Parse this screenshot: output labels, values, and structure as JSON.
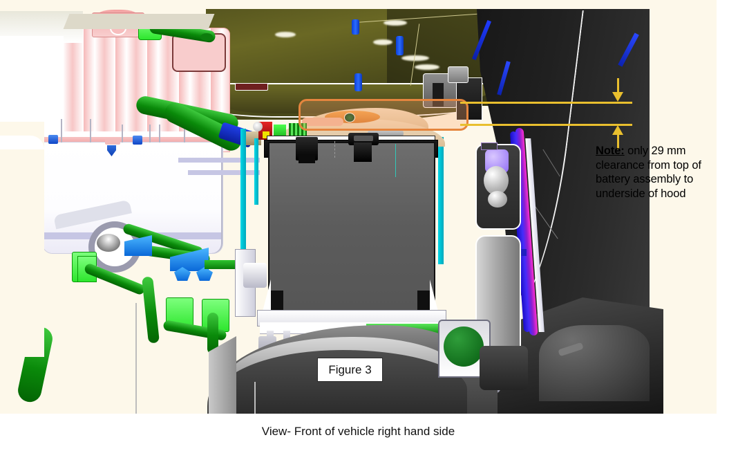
{
  "figure": {
    "label": "Figure 3",
    "caption": "View- Front of vehicle right hand side"
  },
  "annotation": {
    "note_prefix": "Note:",
    "note_text": " only 29 mm clearance from top of battery assembly to underside of hood",
    "measurement_value": "29",
    "measurement_unit": "mm",
    "dimension_color": "#e9bf2e",
    "highlight_color": "#e5853e"
  },
  "colors": {
    "background": "#fdf8ea",
    "hood": "#57561f",
    "fender": "#202020",
    "battery": "#5c5c5c",
    "reservoir": "#f6b9b9",
    "harness_green": "#0a8a0a",
    "harness_magenta": "#ff2fd0",
    "clip_blue": "#0e3fb4",
    "rail_cyan": "#00d8e8"
  },
  "components": {
    "hood": "hood-underside",
    "fender": "right-inner-fender",
    "battery": "battery-assembly",
    "reservoir": "fluid-reservoir",
    "harness": "wiring-harness",
    "strut": "suspension-strut-tower",
    "wheel_arch": "wheel-arch-liner"
  }
}
